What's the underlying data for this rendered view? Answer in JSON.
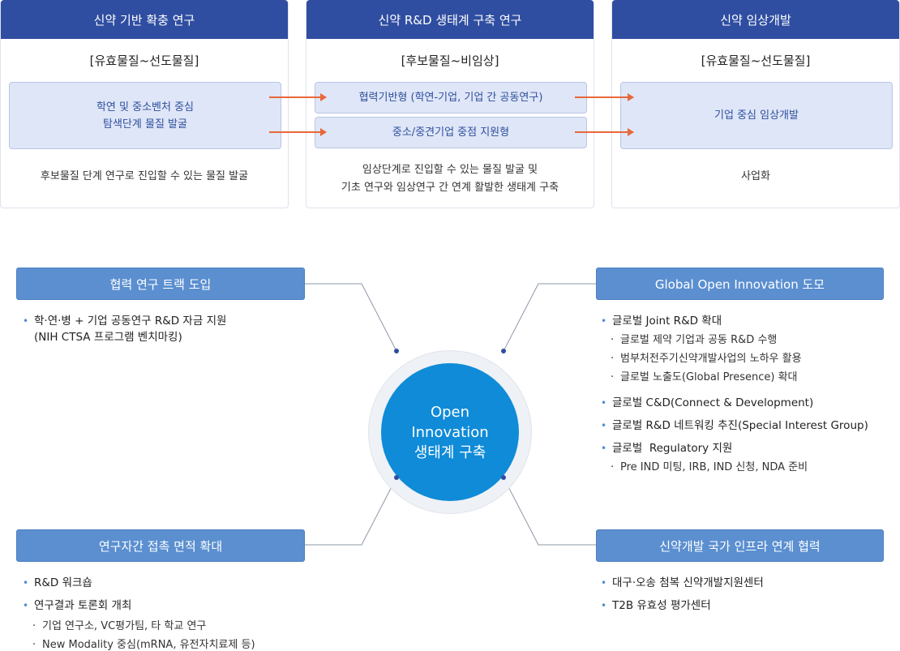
{
  "stages": [
    {
      "title": "신약 기반 확충 연구",
      "range": "[유효물질~선도물질]",
      "boxes": [
        [
          "학연 및 중소벤처 중심",
          "탐색단계 물질 발굴"
        ]
      ],
      "desc": [
        "후보물질 단계 연구로 진입할 수 있는 물질 발굴"
      ]
    },
    {
      "title": "신약 R&D 생태계 구축 연구",
      "range": "[후보물질~비임상]",
      "boxes": [
        [
          "협력기반형 (학연-기업, 기업 간 공동연구)"
        ],
        [
          "중소/중견기업 중점 지원형"
        ]
      ],
      "desc": [
        "임상단계로 진입할 수 있는 물질 발굴 및",
        "기초 연구와 임상연구 간 연계 활발한 생태계 구축"
      ]
    },
    {
      "title": "신약 임상개발",
      "range": "[유효물질~선도물질]",
      "boxes": [
        [
          "기업 중심 임상개발"
        ]
      ],
      "desc": [
        "사업화"
      ]
    }
  ],
  "hub": {
    "lines": [
      "Open",
      "Innovation",
      "생태계 구축"
    ]
  },
  "quadrants": {
    "top_left": {
      "title": "협력 연구 트랙 도입",
      "items": [
        {
          "text": "학·연·병 + 기업 공동연구 R&D 자금 지원",
          "cont": "(NIH CTSA 프로그램 벤치마킹)"
        }
      ]
    },
    "top_right": {
      "title": "Global Open Innovation 도모",
      "items": [
        {
          "text": "글로벌 Joint R&D 확대",
          "subs": [
            "글로벌 제약 기업과 공동 R&D 수행",
            "범부처전주기신약개발사업의 노하우 활용",
            "글로벌 노출도(Global Presence) 확대"
          ]
        },
        {
          "text": "글로벌 C&D(Connect & Development)"
        },
        {
          "text": "글로벌 R&D 네트워킹 추진(Special Interest Group)"
        },
        {
          "text": "글로벌  Regulatory 지원",
          "subs": [
            "Pre IND 미팅, IRB, IND 신청, NDA 준비"
          ]
        }
      ]
    },
    "bottom_left": {
      "title": "연구자간 접촉 면적 확대",
      "items": [
        {
          "text": "R&D 워크숍"
        },
        {
          "text": "연구결과 토론회 개최",
          "subs": [
            "기업 연구소, VC평가팀, 타 학교 연구",
            "New Modality 중심(mRNA, 유전자치료제 등)"
          ]
        }
      ]
    },
    "bottom_right": {
      "title": "신약개발 국가 인프라 연계 협력",
      "items": [
        {
          "text": "대구·오송 첨복 신약개발지원센터"
        },
        {
          "text": "T2B 유효성 평가센터"
        }
      ]
    }
  },
  "colors": {
    "stage_header": "#2f4ea1",
    "box_fill": "#dfe6f7",
    "arrow": "#e8683a",
    "hub": "#0f8bd8",
    "tag": "#5b8fd0",
    "bullet": "#4f8ad3"
  }
}
